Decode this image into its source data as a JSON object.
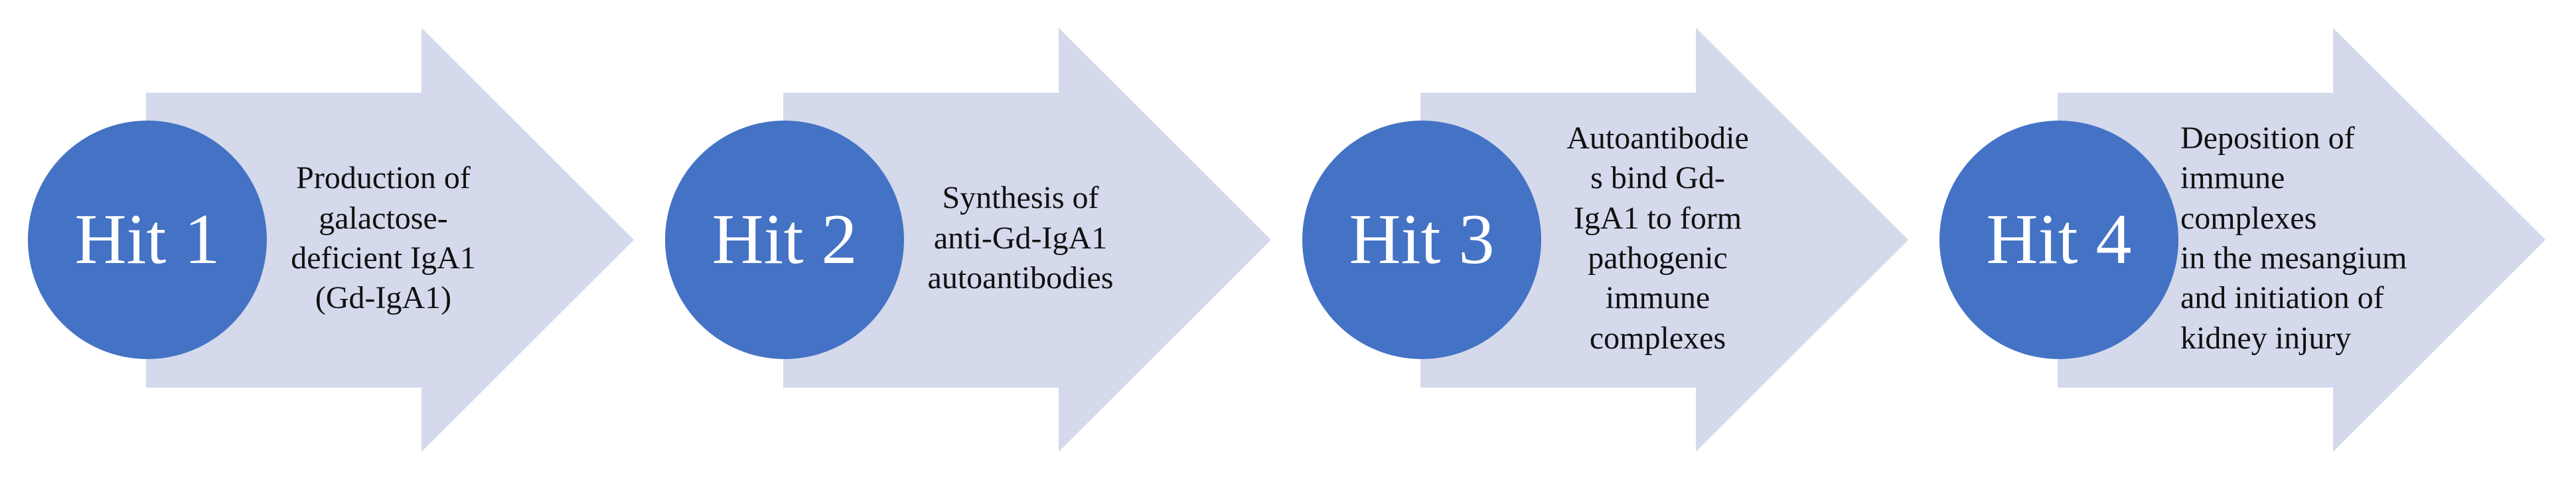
{
  "colors": {
    "arrow_fill": "#d4d9ec",
    "circle_fill": "#4472c4",
    "circle_text": "#ffffff",
    "description_text": "#111111"
  },
  "steps": [
    {
      "hit_label": "Hit 1",
      "description": "Production of\ngalactose-\ndeficient IgA1\n(Gd-IgA1)",
      "align": "center"
    },
    {
      "hit_label": "Hit 2",
      "description": "Synthesis of\nanti-Gd-IgA1\nautoantibodies",
      "align": "center"
    },
    {
      "hit_label": "Hit 3",
      "description": "Autoantibodie\ns bind Gd-\nIgA1 to form\npathogenic\nimmune\ncomplexes",
      "align": "center"
    },
    {
      "hit_label": "Hit 4",
      "description": "Deposition of\nimmune complexes\nin the mesangium\nand initiation of\nkidney injury",
      "align": "left"
    }
  ]
}
